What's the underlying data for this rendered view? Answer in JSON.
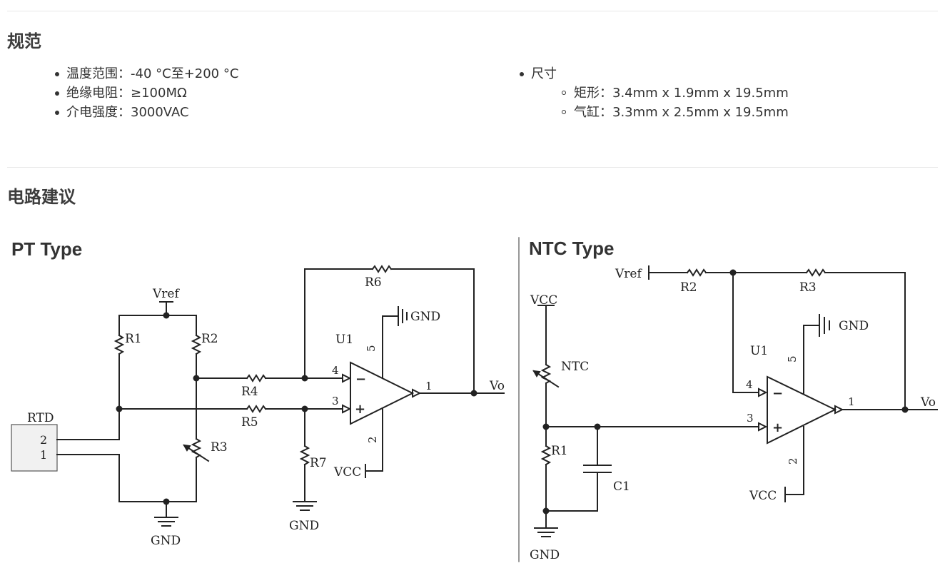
{
  "spec": {
    "heading": "规范",
    "left_items": [
      "温度范围：-40 °C至+200 °C",
      "绝缘电阻：≥100MΩ",
      "介电强度：3000VAC"
    ],
    "right_item": "尺寸",
    "right_subitems": [
      "矩形：3.4mm x 1.9mm x 19.5mm",
      "气缸：3.3mm x 2.5mm x 19.5mm"
    ]
  },
  "circuit": {
    "heading": "电路建议",
    "pt": {
      "title": "PT Type",
      "labels": {
        "vref": "Vref",
        "r1": "R1",
        "r2": "R2",
        "r3": "R3",
        "r4": "R4",
        "r5": "R5",
        "r6": "R6",
        "r7": "R7",
        "rtd": "RTD",
        "pin2": "2",
        "pin1": "1",
        "gnd_bottom": "GND",
        "gnd_r7": "GND",
        "gnd_top": "GND",
        "u1": "U1",
        "vcc": "VCC",
        "vo": "Vo",
        "p4": "4",
        "p3": "3",
        "p1": "1",
        "p5": "5",
        "p2": "2",
        "minus": "−",
        "plus": "+"
      }
    },
    "ntc": {
      "title": "NTC Type",
      "labels": {
        "vref": "Vref",
        "r1": "R1",
        "r2": "R2",
        "r3": "R3",
        "c1": "C1",
        "ntc": "NTC",
        "vcc_top": "VCC",
        "gnd_bottom": "GND",
        "gnd_top": "GND",
        "u1": "U1",
        "vcc": "VCC",
        "vo": "Vo",
        "p4": "4",
        "p3": "3",
        "p1": "1",
        "p5": "5",
        "p2": "2",
        "minus": "−",
        "plus": "+"
      }
    }
  }
}
